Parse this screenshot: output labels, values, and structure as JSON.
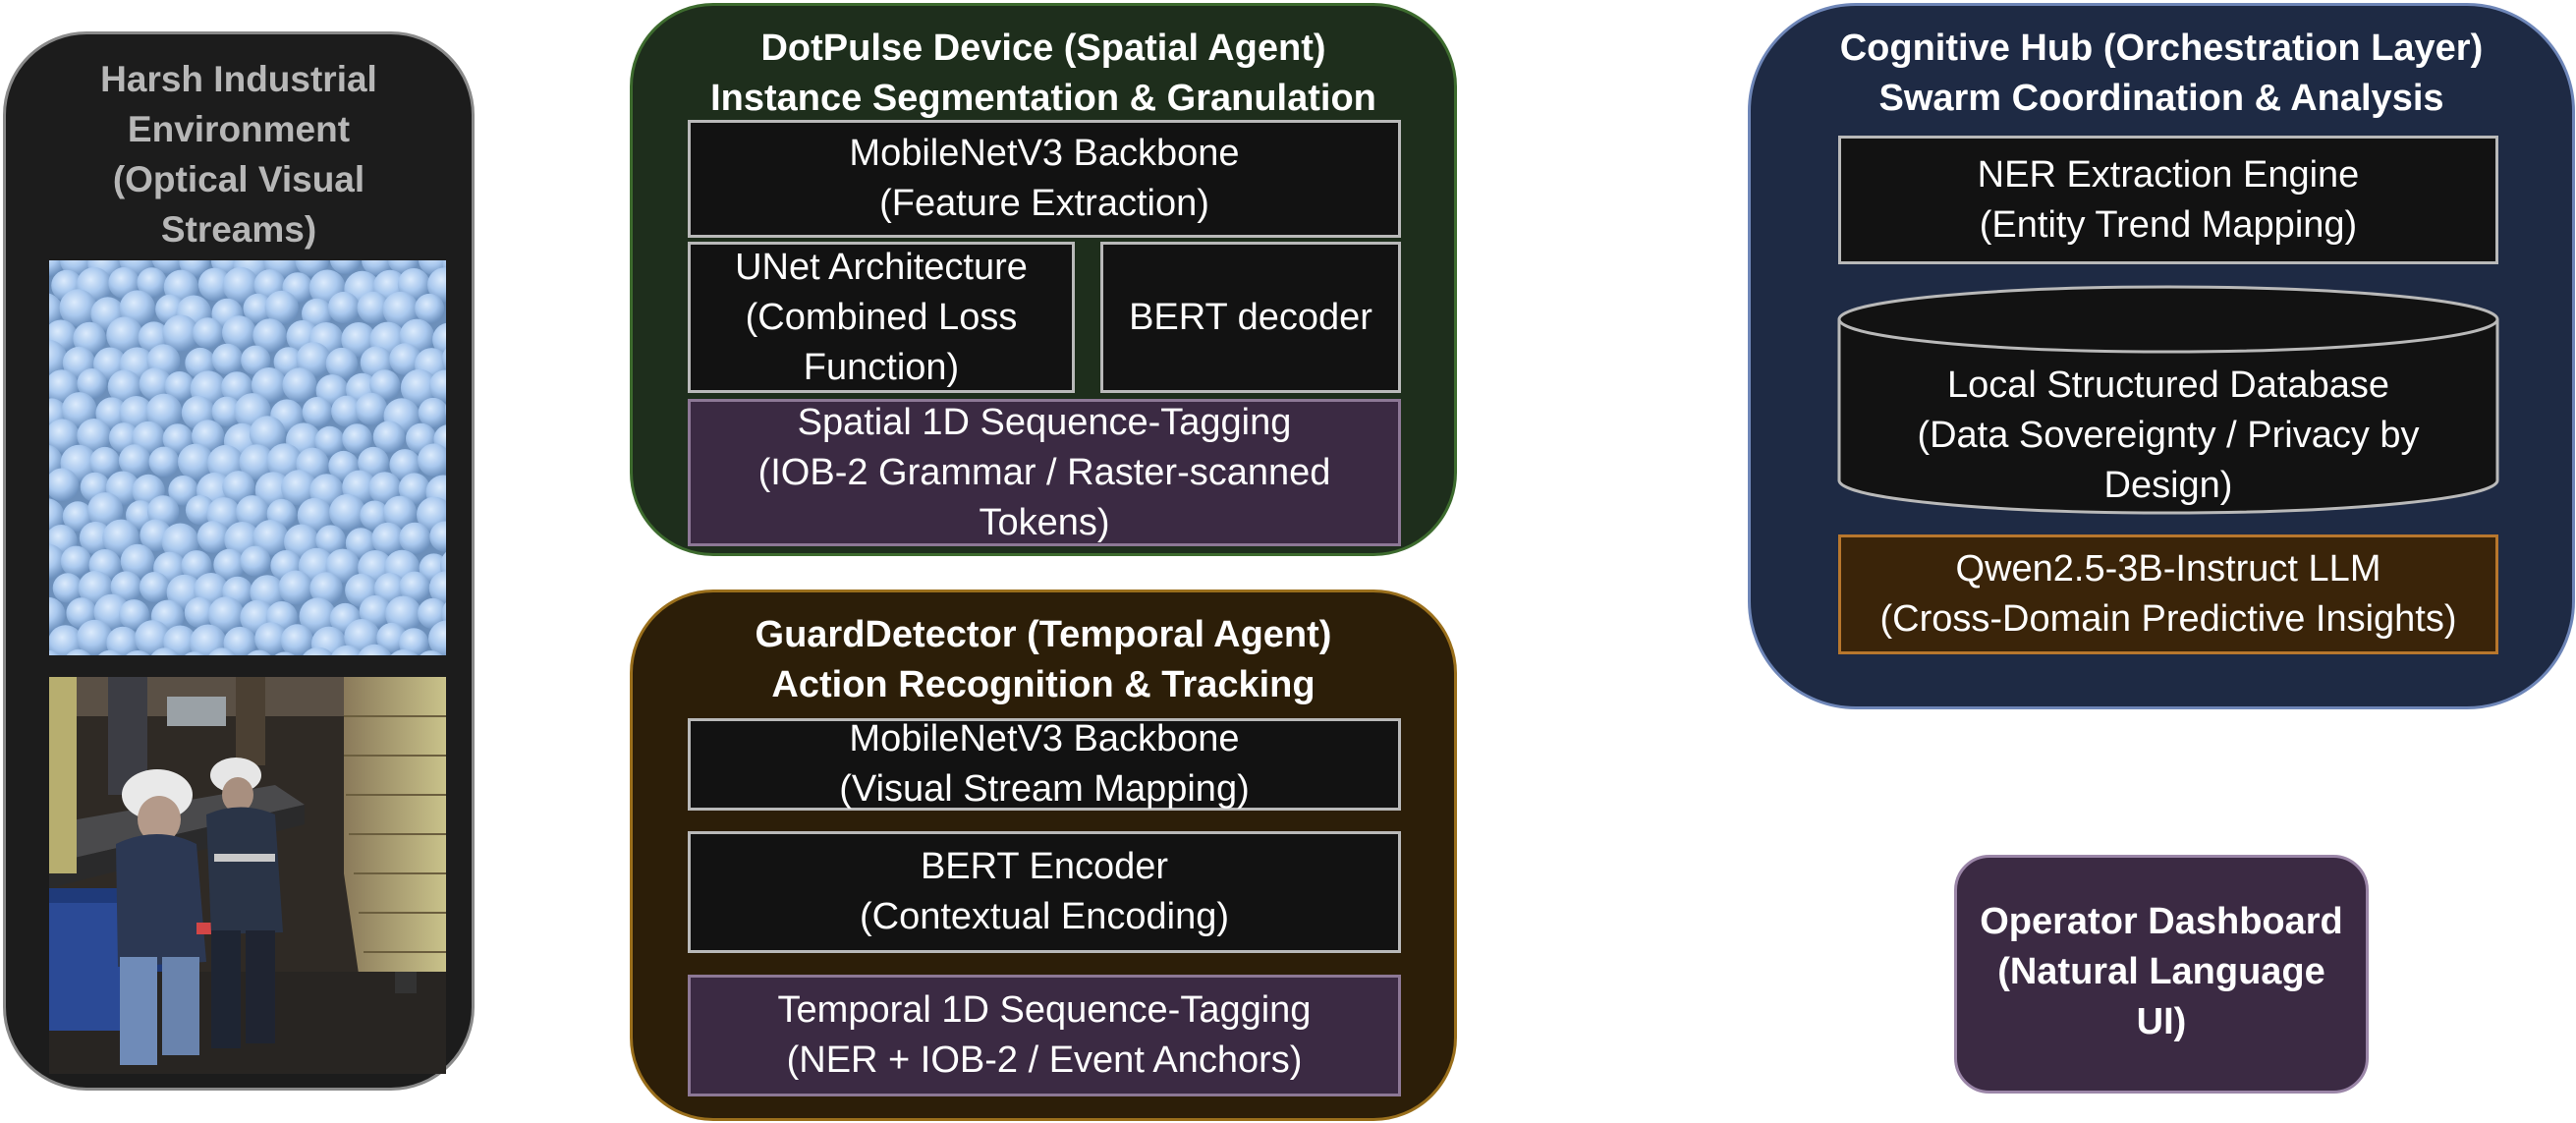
{
  "colors": {
    "environment_fill": "#1c1c1c",
    "environment_border": "#8a8a8a",
    "environment_title": "#b7b7b7",
    "spatial_fill": "#1e2e1c",
    "spatial_border": "#3d6b2e",
    "temporal_fill": "#2c1e08",
    "temporal_border": "#9a6f1c",
    "hub_fill": "#1e2a44",
    "hub_border": "#6e86b8",
    "dashboard_fill": "#3b2a43",
    "dashboard_border": "#9b86a8",
    "block_fill": "#121212",
    "block_border": "#b9b9b9",
    "tagging_fill": "#3b2a43",
    "llm_fill": "#3a2409"
  },
  "environment": {
    "title": "Harsh Industrial\nEnvironment\n(Optical Visual\nStreams)",
    "images": [
      "granule-texture-image",
      "workers-site-photo"
    ]
  },
  "spatial_agent": {
    "title": "DotPulse Device (Spatial Agent)\nInstance Segmentation & Granulation",
    "backbone": "MobileNetV3 Backbone\n(Feature Extraction)",
    "unet": "UNet Architecture\n(Combined Loss\nFunction)",
    "decoder": "BERT decoder",
    "tagging": "Spatial 1D Sequence-Tagging\n(IOB-2 Grammar / Raster-scanned\nTokens)"
  },
  "temporal_agent": {
    "title": "GuardDetector (Temporal Agent)\nAction Recognition & Tracking",
    "backbone": "MobileNetV3 Backbone\n(Visual Stream Mapping)",
    "encoder": "BERT Encoder\n(Contextual Encoding)",
    "tagging": "Temporal 1D Sequence-Tagging\n(NER + IOB-2 / Event Anchors)"
  },
  "cognitive_hub": {
    "title": "Cognitive Hub (Orchestration Layer)\nSwarm Coordination & Analysis",
    "ner": "NER Extraction Engine\n(Entity Trend Mapping)",
    "database": "Local Structured Database\n(Data Sovereignty / Privacy by\nDesign)",
    "llm": "Qwen2.5-3B-Instruct LLM\n(Cross-Domain Predictive Insights)"
  },
  "dashboard": {
    "title": "Operator Dashboard\n(Natural Language\nUI)"
  }
}
